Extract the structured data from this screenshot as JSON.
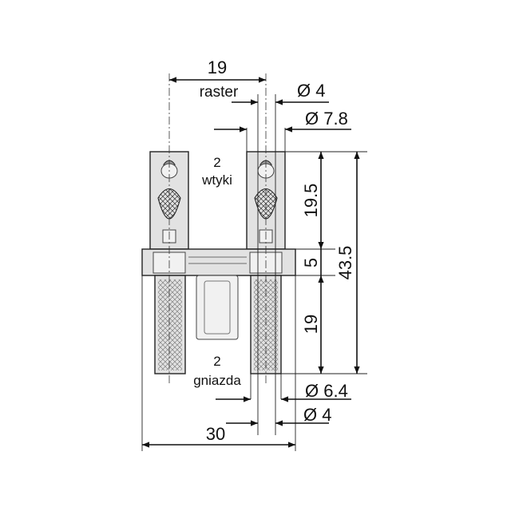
{
  "labels": {
    "raster_value": "19",
    "raster_word": "raster",
    "pin_diameter_top": "Ø 4",
    "plug_diameter": "Ø 7.8",
    "plugs_count": "2",
    "plugs_word": "wtyki",
    "height_plug": "19.5",
    "height_bridge": "5",
    "height_total": "43.5",
    "height_socket": "19",
    "sockets_count": "2",
    "sockets_word": "gniazda",
    "socket_diameter": "Ø 6.4",
    "pin_diameter_bottom": "Ø 4",
    "width_total": "30"
  },
  "colors": {
    "line": "#111111",
    "body_fill": "#e2e2e2",
    "dark_fill": "#9a9a9a"
  }
}
